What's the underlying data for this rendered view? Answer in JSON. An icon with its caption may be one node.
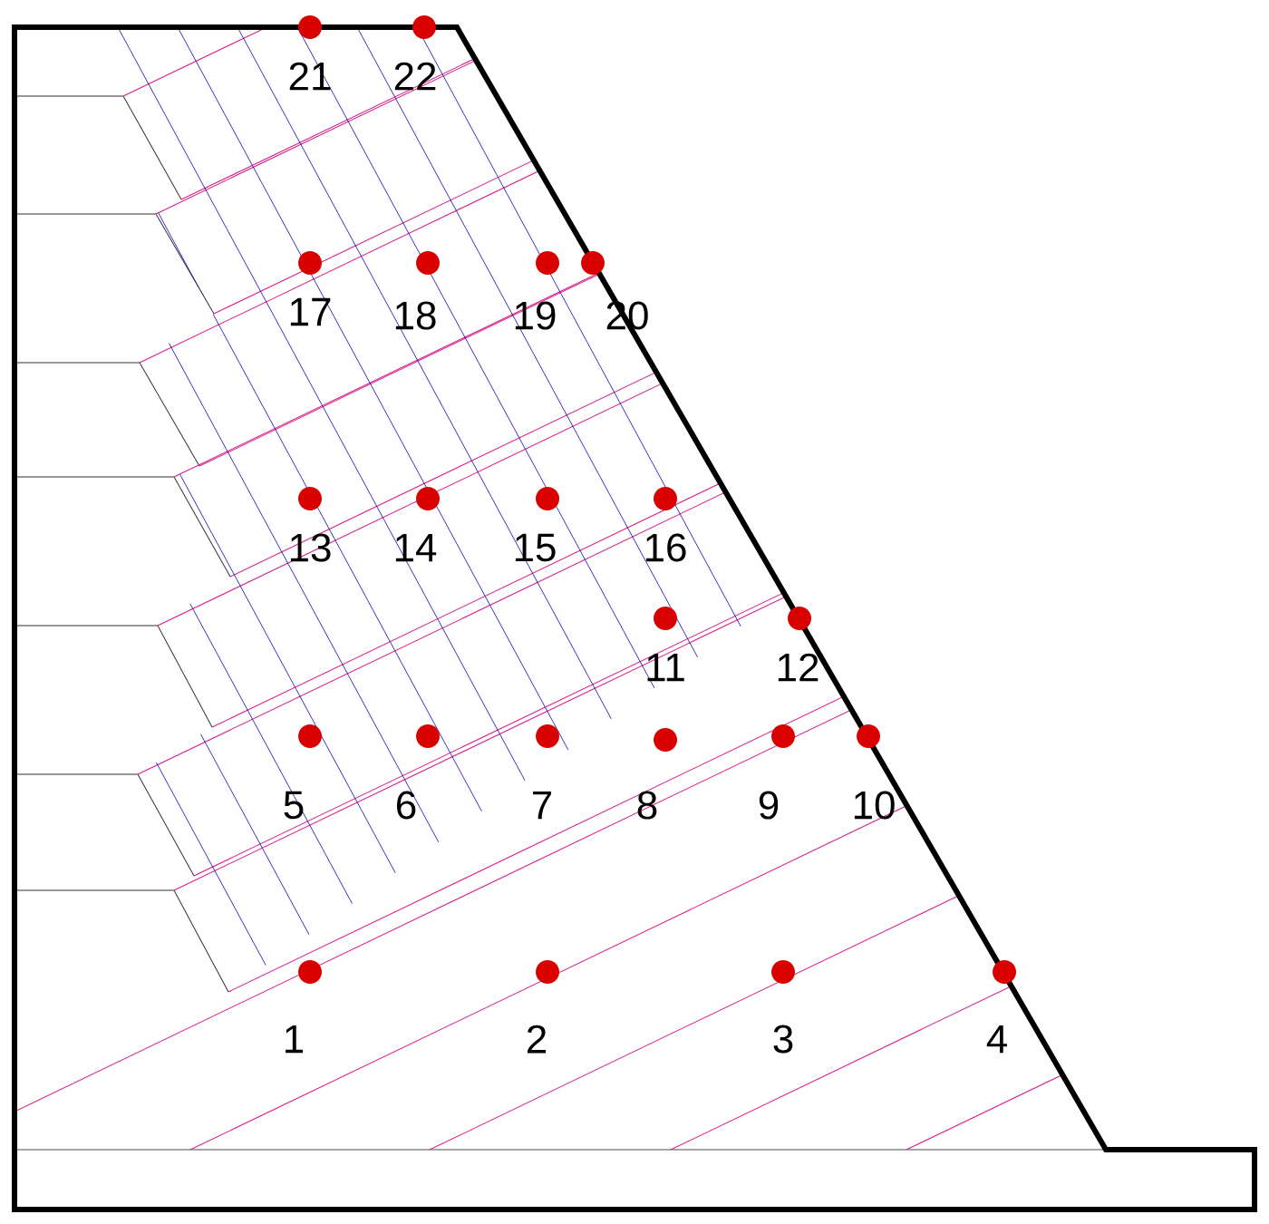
{
  "diagram": {
    "labels": [
      "21",
      "22",
      "17",
      "18",
      "19",
      "20",
      "13",
      "14",
      "15",
      "16",
      "11",
      "12",
      "5",
      "6",
      "7",
      "8",
      "9",
      "10",
      "1",
      "2",
      "3",
      "4"
    ]
  }
}
